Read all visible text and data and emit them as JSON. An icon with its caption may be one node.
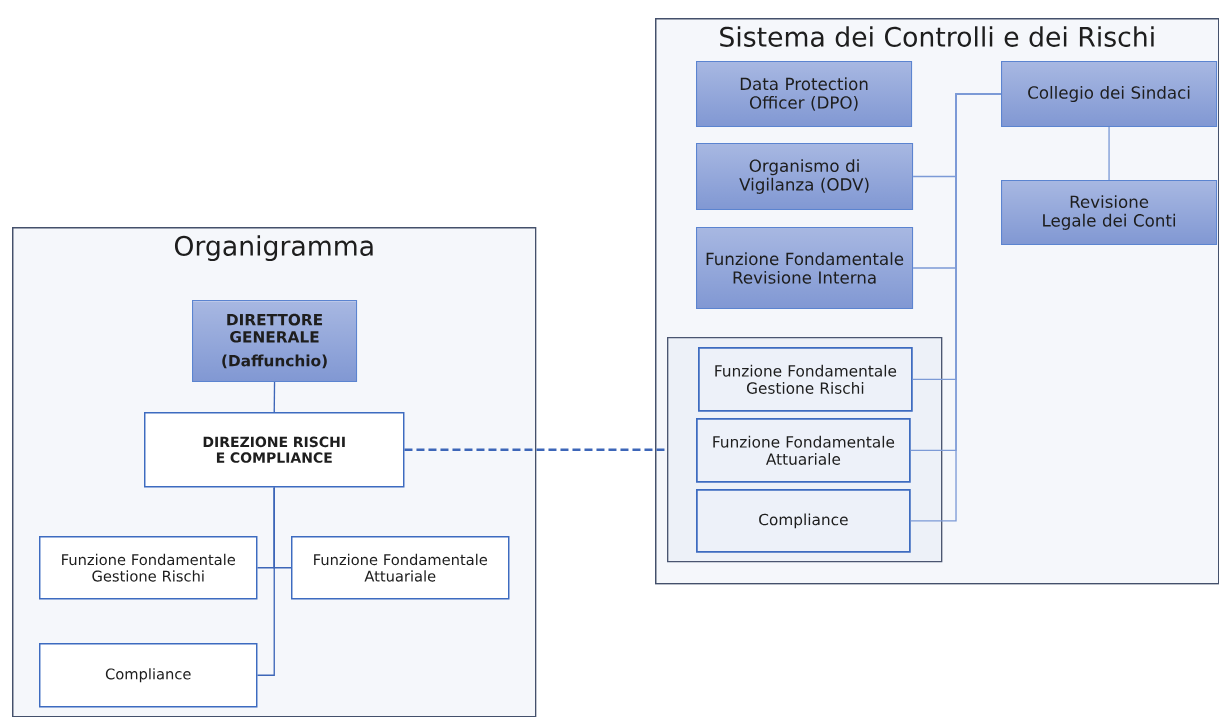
{
  "diagram": {
    "nodes": [
      {
        "text": [
          "Organigramma"
        ]
      },
      {
        "text": [
          "DIRETTORE GENERALE",
          "(Daffunchio)"
        ],
        "in": 0
      },
      {
        "text": [
          "DIREZIONE RISCHI E COMPLIANCE"
        ],
        "in": 0
      },
      {
        "text": [
          "Funzione Fondamentale Gestione Rischi"
        ],
        "in": 0
      },
      {
        "text": [
          "Funzione Fondamentale Attuariale"
        ],
        "in": 0
      },
      {
        "text": [
          "Compliance"
        ],
        "in": 0
      },
      {
        "text": [
          "Sistema dei Controlli e dei Rischi"
        ]
      },
      {
        "text": [
          "Data Protection Officer (DPO)"
        ],
        "in": 6
      },
      {
        "text": [
          "Organismo di Vigilanza (ODV)"
        ],
        "in": 6
      },
      {
        "text": [
          "Funzione Fondamentale Revisione Interna"
        ],
        "in": 6
      },
      {
        "text": [
          "Collegio dei Sindaci"
        ],
        "in": 6
      },
      {
        "text": [
          "Revisione Legale dei Conti"
        ],
        "in": 6
      },
      {
        "text": [],
        "shape": "box",
        "in": 6
      },
      {
        "text": [
          "Funzione Fondamentale Gestione Rischi"
        ],
        "in": 12
      },
      {
        "text": [
          "Funzione Fondamentale Attuariale"
        ],
        "in": 12
      },
      {
        "text": [
          "Compliance"
        ],
        "in": 12
      }
    ],
    "edges": [
      {
        "from": 1,
        "to": 2,
        "arrow": "none",
        "color": "#3d66b8"
      },
      {
        "from": 2,
        "to": 3,
        "arrow": "none",
        "color": "#3d66b8"
      },
      {
        "from": 2,
        "to": 4,
        "arrow": "none",
        "color": "#3d66b8"
      },
      {
        "from": 2,
        "to": 5,
        "arrow": "none",
        "color": "#3d66b8"
      },
      {
        "from": 2,
        "to": 12,
        "arrow": "none",
        "style": "dashed",
        "color": "#3d66b8"
      },
      {
        "from": 8,
        "to": 10,
        "arrow": "none"
      },
      {
        "from": 9,
        "to": 10,
        "arrow": "none"
      },
      {
        "from": 13,
        "to": 10,
        "arrow": "none"
      },
      {
        "from": 14,
        "to": 10,
        "arrow": "none"
      },
      {
        "from": 15,
        "to": 10,
        "arrow": "none"
      },
      {
        "from": 10,
        "to": 11,
        "arrow": "none"
      }
    ]
  }
}
